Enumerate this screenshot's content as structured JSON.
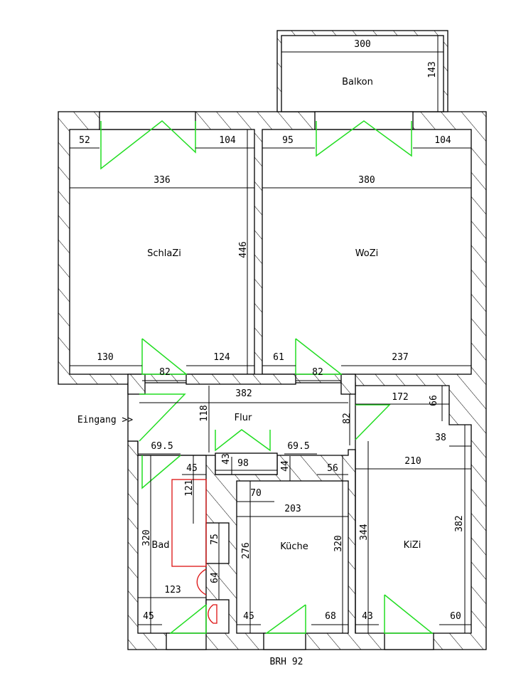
{
  "rooms": {
    "balkon": "Balkon",
    "schlazi": "SchlaZi",
    "wozi": "WoZi",
    "flur": "Flur",
    "bad": "Bad",
    "kueche": "Küche",
    "kizi": "KiZi"
  },
  "entrance_label": "Eingang >>",
  "footer_label": "BRH 92",
  "dimensions": [
    "300",
    "143",
    "52",
    "104",
    "95",
    "104",
    "336",
    "380",
    "446",
    "130",
    "124",
    "61",
    "237",
    "82",
    "82",
    "382",
    "172",
    "66",
    "118",
    "82",
    "38",
    "69.5",
    "69.5",
    "45",
    "43",
    "98",
    "44",
    "56",
    "210",
    "70",
    "121",
    "203",
    "320",
    "75",
    "276",
    "320",
    "344",
    "382",
    "123",
    "64",
    "45",
    "45",
    "68",
    "43",
    "60"
  ],
  "colors": {
    "door": "#22dd22",
    "fixture": "#dd1111",
    "wall": "#000000"
  }
}
